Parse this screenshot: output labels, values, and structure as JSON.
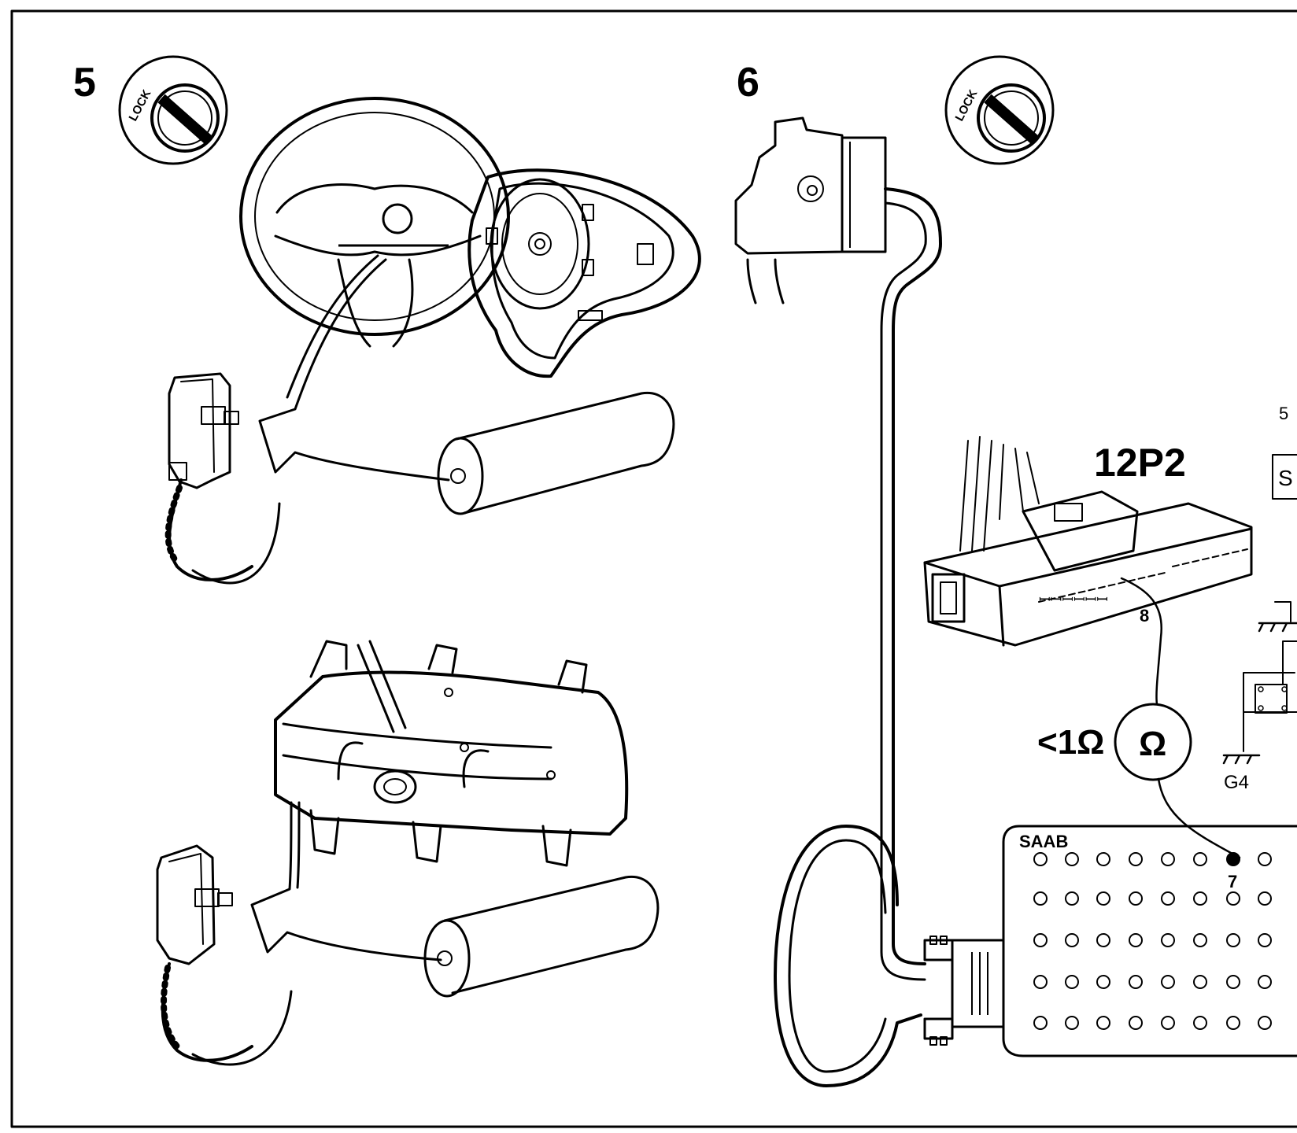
{
  "steps": {
    "step5_number": "5",
    "step6_number": "6"
  },
  "ignition": {
    "lock_label_a": "LOCK",
    "lock_label_b": "LOCK"
  },
  "connector": {
    "name": "12P2",
    "pin": "8"
  },
  "meter": {
    "reading": "<1Ω",
    "symbol": "Ω"
  },
  "ground": {
    "name": "G4"
  },
  "diag_box": {
    "brand": "SAAB",
    "pin": "7"
  },
  "edge_fragments": {
    "top": "5",
    "box": "S"
  }
}
